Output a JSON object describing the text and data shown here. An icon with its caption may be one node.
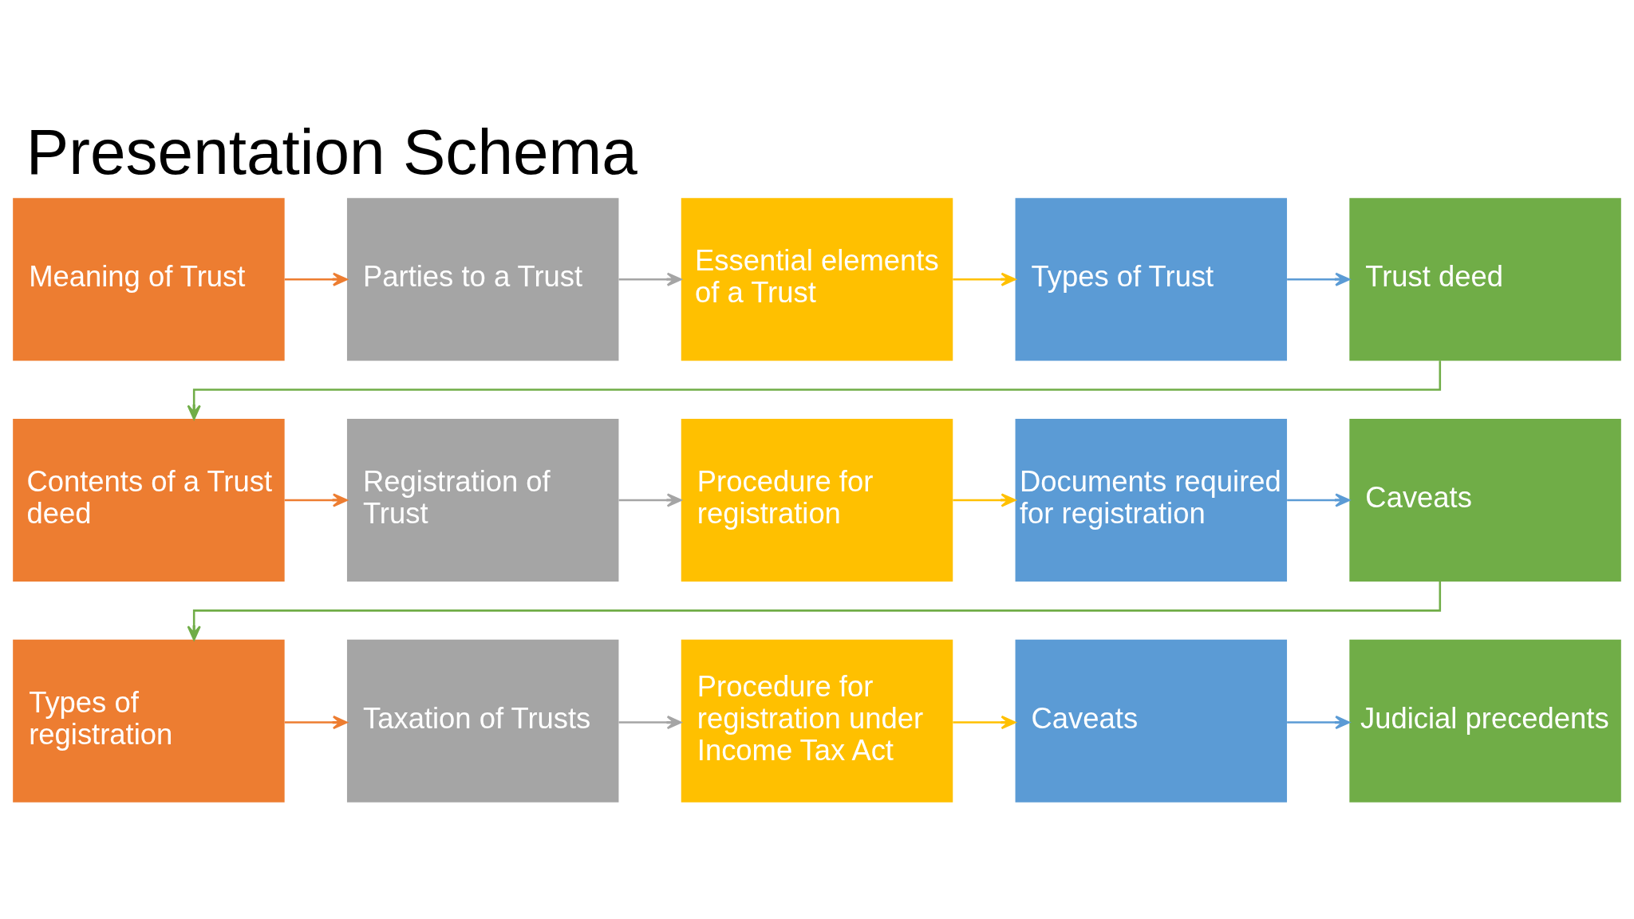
{
  "diagram": {
    "title": "Presentation Schema",
    "nodes": [
      {
        "text": [
          "Meaning of Trust"
        ]
      },
      {
        "text": [
          "Parties to a Trust"
        ]
      },
      {
        "text": [
          "Essential elements of a Trust"
        ]
      },
      {
        "text": [
          "Types of Trust"
        ]
      },
      {
        "text": [
          "Trust deed"
        ]
      },
      {
        "text": [
          "Contents of a Trust deed"
        ]
      },
      {
        "text": [
          "Registration of Trust"
        ]
      },
      {
        "text": [
          "Procedure for registration"
        ]
      },
      {
        "text": [
          "Documents required for registration"
        ]
      },
      {
        "text": [
          "Caveats"
        ]
      },
      {
        "text": [
          "Types of registration"
        ]
      },
      {
        "text": [
          "Taxation of Trusts"
        ]
      },
      {
        "text": [
          "Procedure for registration under Income Tax Act"
        ]
      },
      {
        "text": [
          "Caveats"
        ]
      },
      {
        "text": [
          "Judicial precedents"
        ]
      }
    ],
    "edges": [
      {
        "from": 0,
        "to": 1,
        "arrow": "to",
        "color": "#ed7d31"
      },
      {
        "from": 1,
        "to": 2,
        "arrow": "to",
        "color": "#a5a5a5"
      },
      {
        "from": 2,
        "to": 3,
        "arrow": "to",
        "color": "#ffc000"
      },
      {
        "from": 3,
        "to": 4,
        "arrow": "to",
        "color": "#5b9bd5"
      },
      {
        "from": 4,
        "to": 5,
        "arrow": "to",
        "color": "#70ad47"
      },
      {
        "from": 5,
        "to": 6,
        "arrow": "to",
        "color": "#ed7d31"
      },
      {
        "from": 6,
        "to": 7,
        "arrow": "to",
        "color": "#a5a5a5"
      },
      {
        "from": 7,
        "to": 8,
        "arrow": "to",
        "color": "#ffc000"
      },
      {
        "from": 8,
        "to": 9,
        "arrow": "to",
        "color": "#5b9bd5"
      },
      {
        "from": 9,
        "to": 10,
        "arrow": "to",
        "color": "#70ad47"
      },
      {
        "from": 10,
        "to": 11,
        "arrow": "to",
        "color": "#ed7d31"
      },
      {
        "from": 11,
        "to": 12,
        "arrow": "to",
        "color": "#a5a5a5"
      },
      {
        "from": 12,
        "to": 13,
        "arrow": "to",
        "color": "#ffc000"
      },
      {
        "from": 13,
        "to": 14,
        "arrow": "to",
        "color": "#5b9bd5"
      }
    ]
  }
}
